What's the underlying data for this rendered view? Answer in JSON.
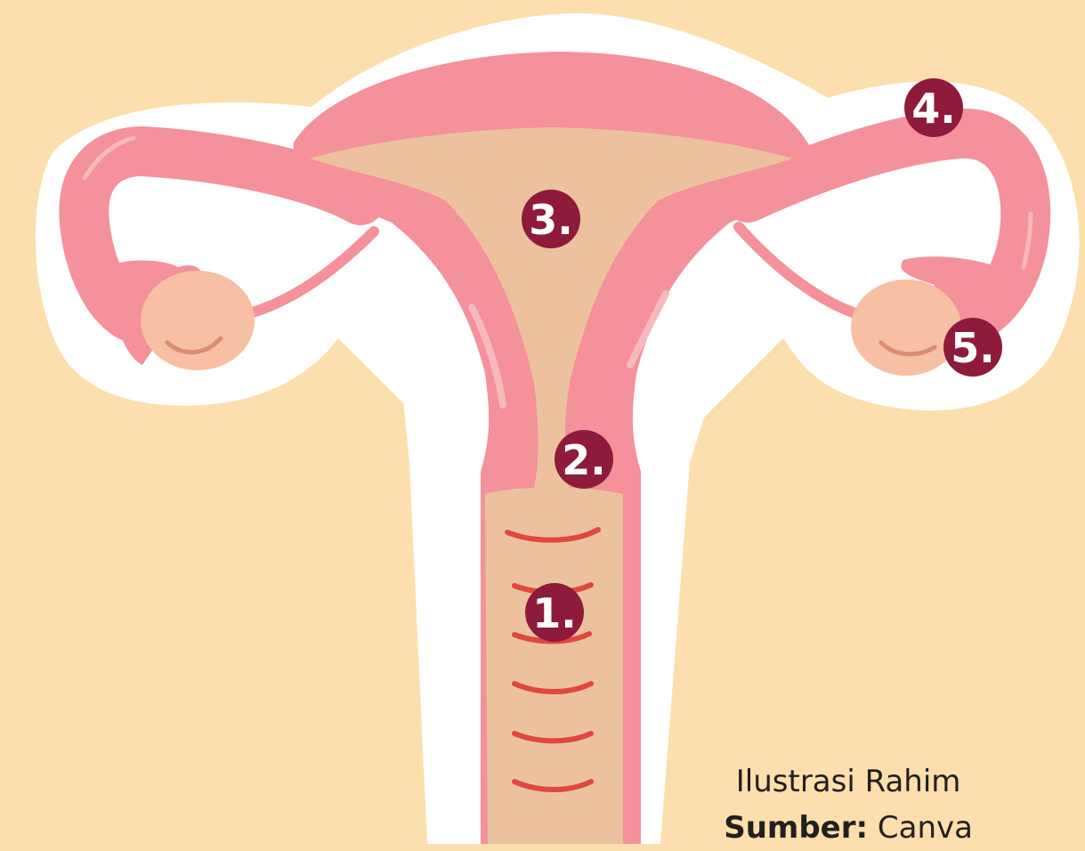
{
  "colors": {
    "background": "#FCDFAD",
    "sticker_border": "#FFFFFF",
    "uterus_tissue": "#F4919B",
    "tissue_highlight": "#F8B9BC",
    "cavity": "#ECC29E",
    "ovary": "#F7BFA3",
    "ovary_line": "#D98F73",
    "vaginal_rugae": "#E0473F",
    "marker_fill": "#8E1B3B",
    "marker_text": "#FFFFFF"
  },
  "markers": [
    {
      "label": "1."
    },
    {
      "label": "2."
    },
    {
      "label": "3."
    },
    {
      "label": "4."
    },
    {
      "label": "5."
    }
  ],
  "caption": {
    "title": "Ilustrasi Rahim",
    "source_label": "Sumber:",
    "source_value": "Canva"
  }
}
